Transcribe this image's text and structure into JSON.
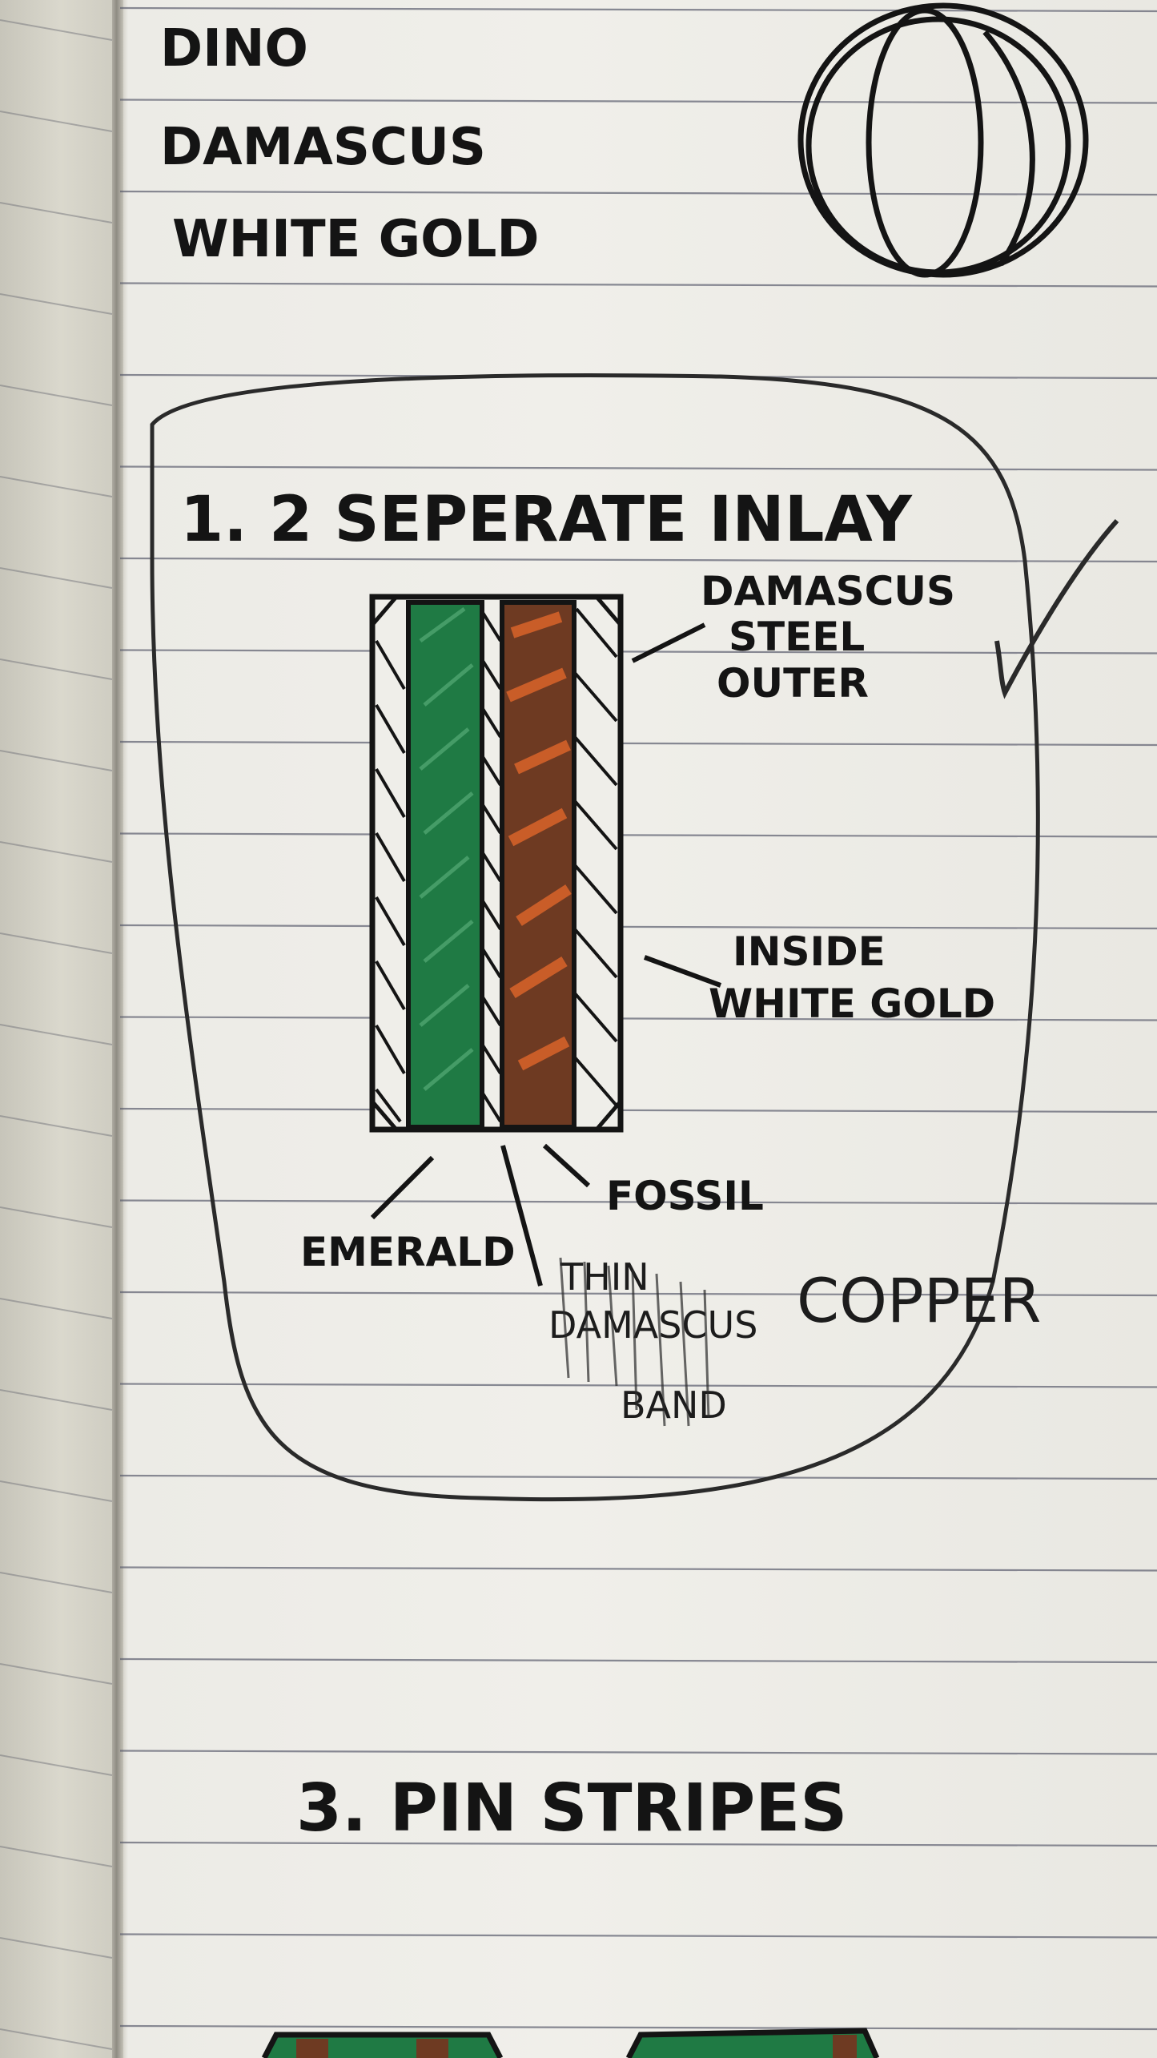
{
  "materials_list": [
    "DINO",
    "DAMASCUS",
    "WHITE GOLD"
  ],
  "option_1": {
    "title": "1. 2 SEPERATE INLAY",
    "labels": {
      "outer": "DAMASCUS STEEL OUTER",
      "inside": "INSIDE WHITE GOLD",
      "emerald": "EMERALD",
      "fossil": "FOSSIL",
      "thin_band": "THIN DAMASCUS BAND",
      "copper": "COPPER"
    }
  },
  "option_3": {
    "title": "3. PIN STRIPES"
  },
  "colors": {
    "ink": "#141414",
    "emerald_inlay": "#1f7a44",
    "fossil_inlay": "#6e3a22",
    "copper_accent": "#d9642a",
    "paper": "#efeee9",
    "rule_line": "#5b5d6e"
  }
}
